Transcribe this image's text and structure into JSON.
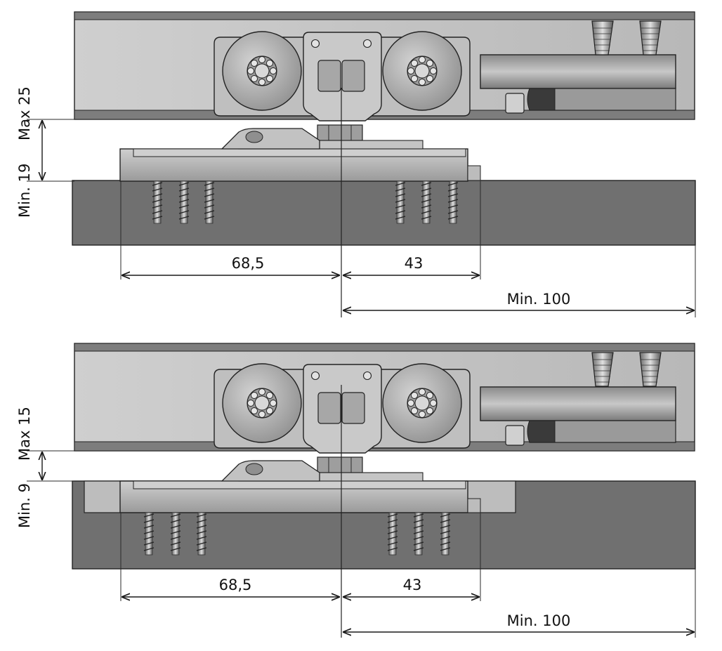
{
  "colors": {
    "background": "#ffffff",
    "rail": "#bdbdbd",
    "rail_dark": "#7a7a7a",
    "door": "#6e6e6e",
    "plate": "#b9b9b9",
    "outline": "#1a1a1a"
  },
  "views": [
    {
      "gap_labels": [
        "Min. 19",
        "Max 25"
      ],
      "dims": [
        "68,5",
        "43",
        "Min. 100"
      ],
      "recessed": false
    },
    {
      "gap_labels": [
        "Min. 9",
        "Max 15"
      ],
      "dims": [
        "68,5",
        "43",
        "Min. 100"
      ],
      "recessed": true
    }
  ]
}
